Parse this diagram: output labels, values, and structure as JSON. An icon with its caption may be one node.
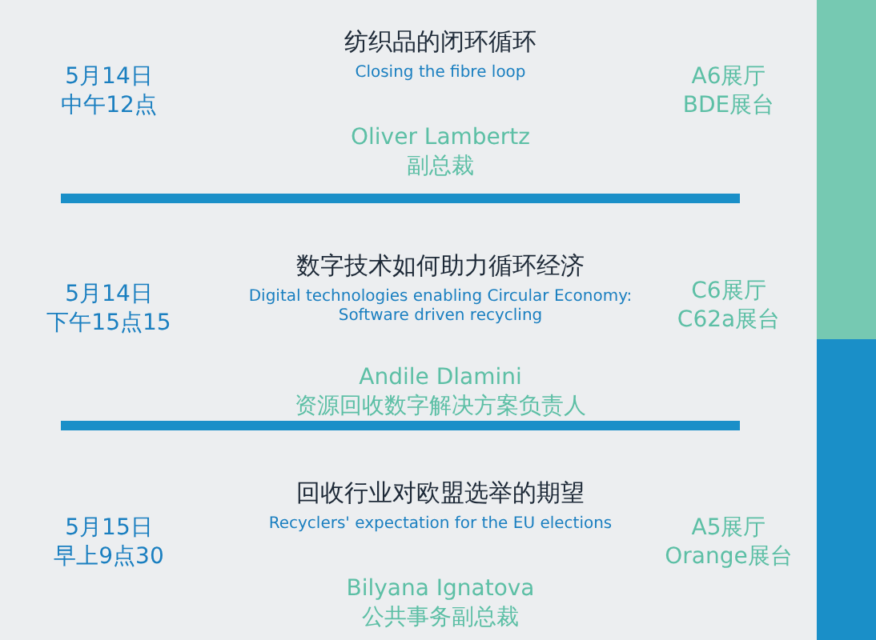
{
  "diagram": {
    "labels": [
      "纺织品的闭环循环",
      "Closing the fibre loop",
      "5月14日",
      "中午12点",
      "A6展厅",
      "BDE展台",
      "Oliver Lambertz",
      "副总裁",
      "数字技术如何助力循环经济",
      "Digital technologies enabling Circular Economy: Software driven recycling",
      "5月14日",
      "下午15点15",
      "C6展厅",
      "C62a展台",
      "Andile Dlamini",
      "资源回收数字解决方案负责人",
      "回收行业对欧盟选举的期望",
      "Recyclers' expectation for the EU elections",
      "5月15日",
      "早上9点30",
      "A5展厅",
      "Orange展台",
      "Bilyana Ignatova",
      "公共事务副总裁"
    ]
  }
}
